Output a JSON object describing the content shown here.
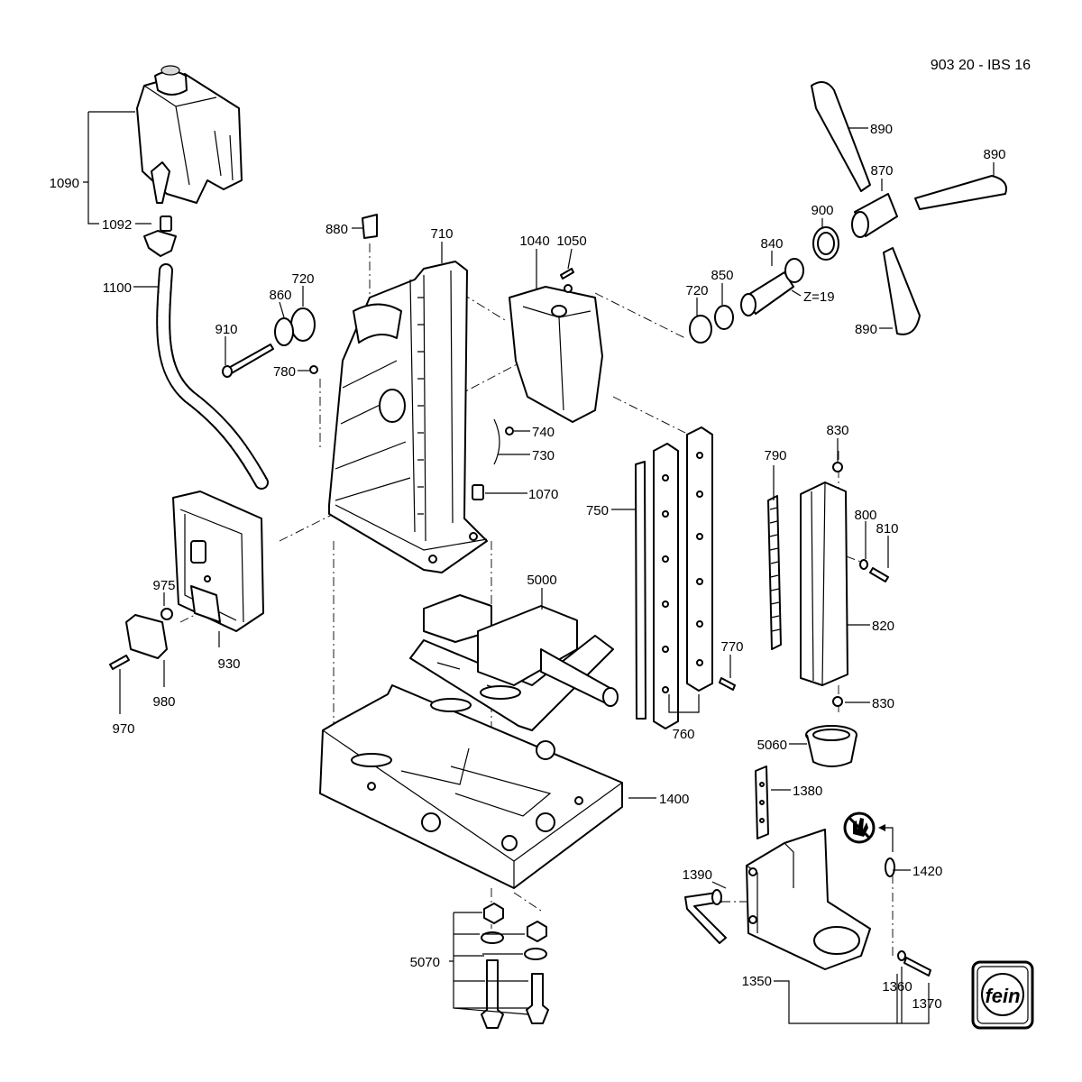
{
  "header": {
    "title": "903 20 - IBS 16"
  },
  "labels": {
    "p1090": "1090",
    "p1092": "1092",
    "p1100": "1100",
    "p880": "880",
    "p710": "710",
    "p1040": "1040",
    "p1050": "1050",
    "p720a": "720",
    "p860": "860",
    "p910": "910",
    "p780": "780",
    "p740": "740",
    "p730": "730",
    "p1070": "1070",
    "p890a": "890",
    "p890b": "890",
    "p890c": "890",
    "p870": "870",
    "p900": "900",
    "p840": "840",
    "p850": "850",
    "p720b": "720",
    "pz19": "Z=19",
    "p975": "975",
    "p930": "930",
    "p970": "970",
    "p980": "980",
    "p5000": "5000",
    "p1400": "1400",
    "p5070": "5070",
    "p750": "750",
    "p760": "760",
    "p770": "770",
    "p790": "790",
    "p830a": "830",
    "p800": "800",
    "p810": "810",
    "p820": "820",
    "p830b": "830",
    "p5060": "5060",
    "p1380": "1380",
    "p1420": "1420",
    "p1390": "1390",
    "p1350": "1350",
    "p1360": "1360",
    "p1370": "1370"
  },
  "logo": {
    "text": "fein"
  },
  "icons": {
    "warning": "no-hand-glove-icon"
  }
}
